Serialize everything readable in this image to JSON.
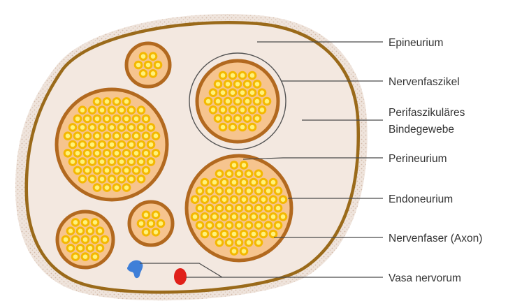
{
  "labels": {
    "epineurium": "Epineurium",
    "nervenfaszikel": "Nervenfaszikel",
    "perifaszikulaeres_line1": "Perifaszikuläres",
    "perifaszikulaeres_line2": "Bindegewebe",
    "perineurium": "Perineurium",
    "endoneurium": "Endoneurium",
    "nervenfaser": "Nervenfaser (Axon)",
    "vasa_nervorum": "Vasa nervorum"
  },
  "colors": {
    "outer_stipple": "#e9ddd4",
    "epineurium_ring": "#9a6a1a",
    "connective_tissue": "#f3e8e0",
    "perineurium_ring": "#b2691f",
    "fascicle_fill": "#f6c48e",
    "axon_outer": "#f4b800",
    "axon_inner": "#fff27a",
    "vein": "#3f7fd8",
    "artery": "#e0201a",
    "leader_line": "#4a4a4a",
    "highlight_circle": "#555555"
  }
}
